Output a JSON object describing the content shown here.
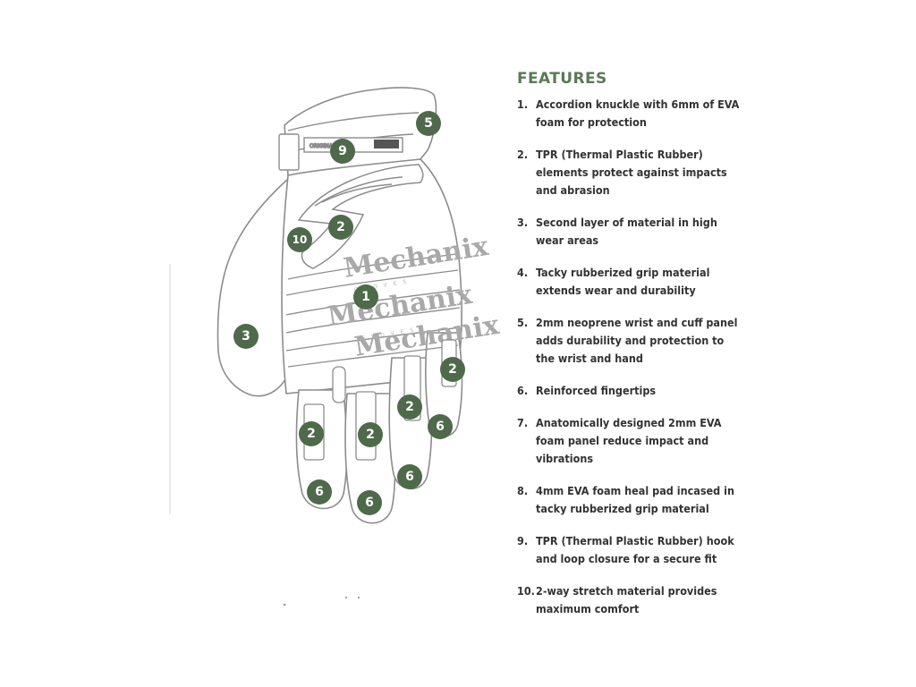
{
  "features": {
    "heading": "FEATURES",
    "items": [
      {
        "num": "1.",
        "text": "Accordion knuckle with 6mm of EVA foam for protection"
      },
      {
        "num": "2.",
        "text": "TPR (Thermal Plastic Rubber) elements protect against impacts and abrasion"
      },
      {
        "num": "3.",
        "text": "Second layer of material in high wear areas"
      },
      {
        "num": "4.",
        "text": "Tacky rubberized grip material extends wear and durability"
      },
      {
        "num": "5.",
        "text": "2mm neoprene wrist and cuff panel adds durability and protection to the wrist and hand"
      },
      {
        "num": "6.",
        "text": "Reinforced fingertips"
      },
      {
        "num": "7.",
        "text": "Anatomically designed 2mm EVA foam panel reduce impact and vibrations"
      },
      {
        "num": "8.",
        "text": "4mm EVA foam heal pad incased in tacky rubberized grip material"
      },
      {
        "num": "9.",
        "text": "TPR (Thermal Plastic Rubber) hook and loop closure for a secure fit"
      },
      {
        "num": "10.",
        "text": "2-way stretch material provides maximum comfort"
      }
    ]
  },
  "diagram": {
    "brand_text": "Mechanix",
    "brand_subtext": "GLOVES",
    "closure_text": "ORIGINAL",
    "callout_color": "#4e6a4a",
    "callouts": {
      "c5": "5",
      "c9": "9",
      "c2_knuckle": "2",
      "c10": "10",
      "c1": "1",
      "c3": "3",
      "c2_a": "2",
      "c2_b": "2",
      "c2_c": "2",
      "c2_d": "2",
      "c6_a": "6",
      "c6_b": "6",
      "c6_c": "6",
      "c6_d": "6"
    }
  }
}
